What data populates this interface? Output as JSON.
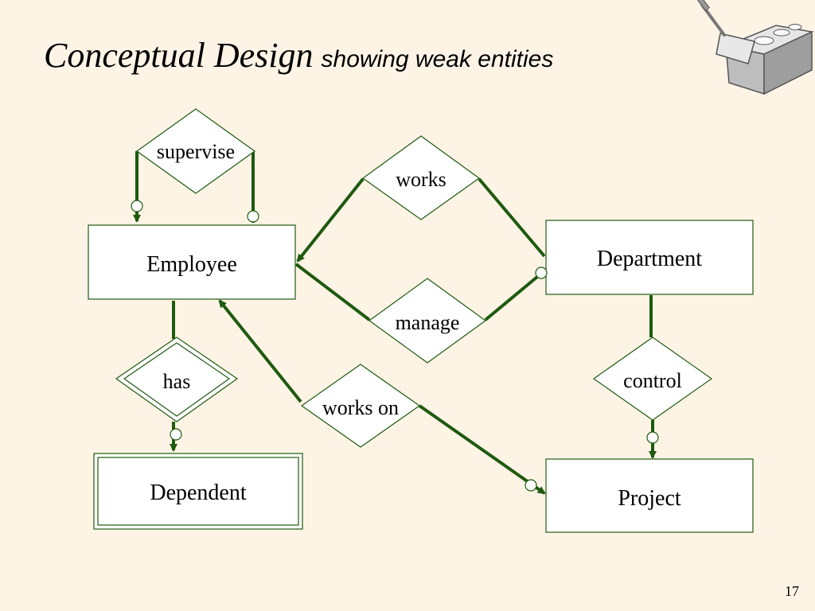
{
  "slide": {
    "title_main": "Conceptual Design",
    "title_sub": "showing weak entities",
    "page_number": "17"
  },
  "diagram": {
    "entities": {
      "employee": "Employee",
      "department": "Department",
      "dependent": "Dependent",
      "project": "Project"
    },
    "relationships": {
      "supervise": "supervise",
      "works": "works",
      "manage": "manage",
      "has": "has",
      "works_on": "works on",
      "control": "control"
    }
  },
  "colors": {
    "background": "#fdf4e6",
    "line": "#1e5a0f",
    "shape_border": "#1e5a0f",
    "shape_fill": "#ffffff"
  },
  "icons": [
    "trowel-brick-icon"
  ]
}
